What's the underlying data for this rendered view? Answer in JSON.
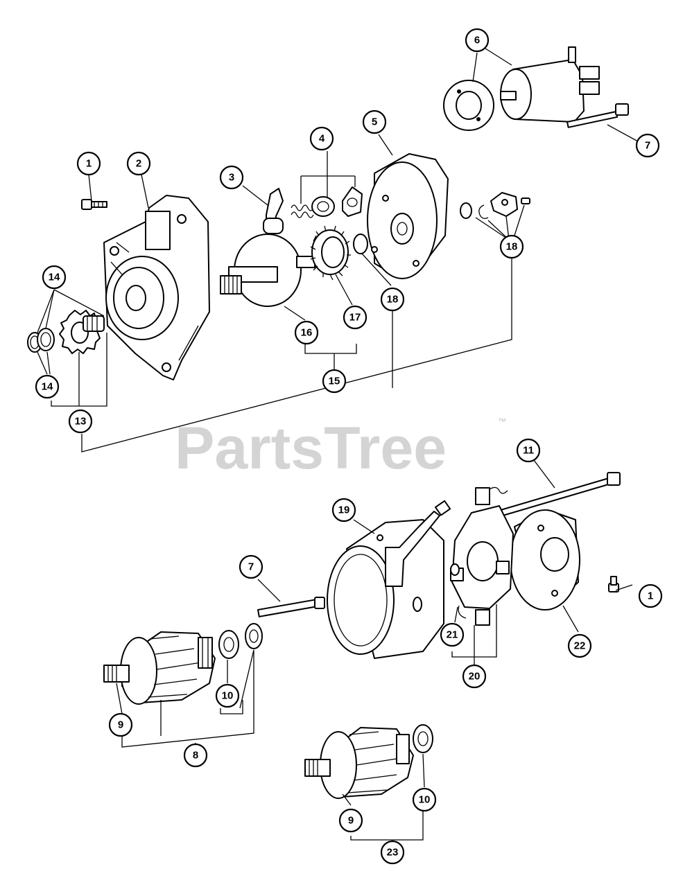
{
  "watermark": {
    "text": "PartsTree",
    "trademark": "™"
  },
  "callouts": [
    "1",
    "2",
    "3",
    "4",
    "5",
    "6",
    "7",
    "8",
    "9",
    "10",
    "11",
    "13",
    "14",
    "15",
    "16",
    "17",
    "18",
    "19",
    "20",
    "21",
    "22",
    "23"
  ]
}
